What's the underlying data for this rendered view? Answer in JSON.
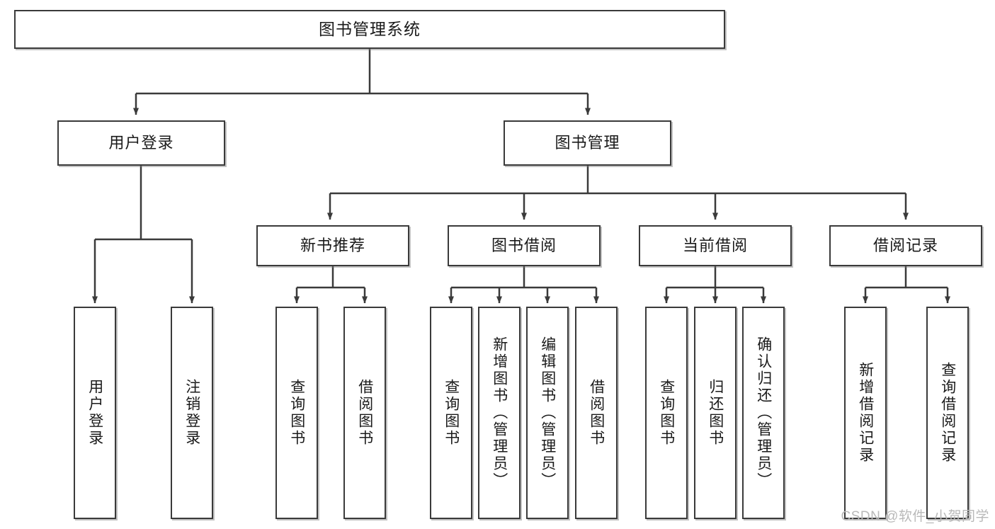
{
  "diagram": {
    "title": "图书管理系统",
    "type": "tree",
    "watermark": "CSDN @软件_小贺同学",
    "colors": {
      "node_border": "#3a3a3a",
      "node_fill": "#ffffff",
      "connector": "#3a3a3a",
      "text": "#1a1a1a",
      "watermark": "#b9b9b9"
    },
    "nodes": {
      "root": {
        "label": "图书管理系统"
      },
      "level2": [
        {
          "id": "user-login",
          "label": "用户登录"
        },
        {
          "id": "book-manage",
          "label": "图书管理"
        }
      ],
      "level3": [
        {
          "id": "new-book-recommend",
          "label": "新书推荐"
        },
        {
          "id": "book-borrow",
          "label": "图书借阅"
        },
        {
          "id": "current-borrow",
          "label": "当前借阅"
        },
        {
          "id": "borrow-record",
          "label": "借阅记录"
        }
      ],
      "leaves": {
        "user-login": [
          {
            "id": "leaf-user-login",
            "label": "用户登录"
          },
          {
            "id": "leaf-logout-login",
            "label": "注销登录"
          }
        ],
        "new-book-recommend": [
          {
            "id": "leaf-query-book-1",
            "label": "查询图书"
          },
          {
            "id": "leaf-borrow-book-1",
            "label": "借阅图书"
          }
        ],
        "book-borrow": [
          {
            "id": "leaf-query-book-2",
            "label": "查询图书"
          },
          {
            "id": "leaf-add-book",
            "label": "新增图书（管理员）"
          },
          {
            "id": "leaf-edit-book",
            "label": "编辑图书（管理员）"
          },
          {
            "id": "leaf-borrow-book-2",
            "label": "借阅图书"
          }
        ],
        "current-borrow": [
          {
            "id": "leaf-query-book-3",
            "label": "查询图书"
          },
          {
            "id": "leaf-return-book",
            "label": "归还图书"
          },
          {
            "id": "leaf-confirm-return",
            "label": "确认归还（管理员）"
          }
        ],
        "borrow-record": [
          {
            "id": "leaf-add-record",
            "label": "新增借阅记录"
          },
          {
            "id": "leaf-query-record",
            "label": "查询借阅记录"
          }
        ]
      }
    }
  }
}
